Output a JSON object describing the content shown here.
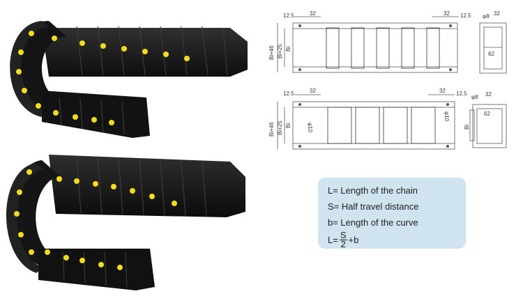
{
  "drawings": {
    "top": {
      "dim_left_offset": "12.5",
      "dim_left_pitch": "32",
      "dim_right_pitch": "32",
      "dim_right_offset": "12.5",
      "dim_height_outer": "Bi+46",
      "dim_height_mid": "Bi+25",
      "dim_height_inner": "Bi",
      "side_dim_diameter": "φ8",
      "side_dim_pitch": "32",
      "side_dim_width": "62"
    },
    "bottom": {
      "dim_left_offset": "12.5",
      "dim_left_pitch": "32",
      "dim_right_pitch": "32",
      "dim_right_offset": "12.5",
      "dim_height_outer": "Bi+46",
      "dim_height_mid": "Bi+25",
      "dim_height_inner": "Bi",
      "dim_hole_left": "φ10",
      "dim_hole_right": "φ10",
      "side_dim_diameter": "φ8",
      "side_dim_pitch": "32",
      "side_dim_width": "62",
      "side_dim_inner": "Bi"
    }
  },
  "legend": {
    "line_l": "L= Length of the chain",
    "line_s": "S= Half travel distance",
    "line_b": "b= Length of the curve",
    "formula_prefix": "L=",
    "formula_numerator": "S",
    "formula_denominator": "2",
    "formula_suffix": "+b"
  },
  "colors": {
    "chain_body": "#161616",
    "chain_highlight": "#2c2c2c",
    "pin_yellow": "#f3dc1a",
    "legend_bg": "#cfe4ef"
  }
}
